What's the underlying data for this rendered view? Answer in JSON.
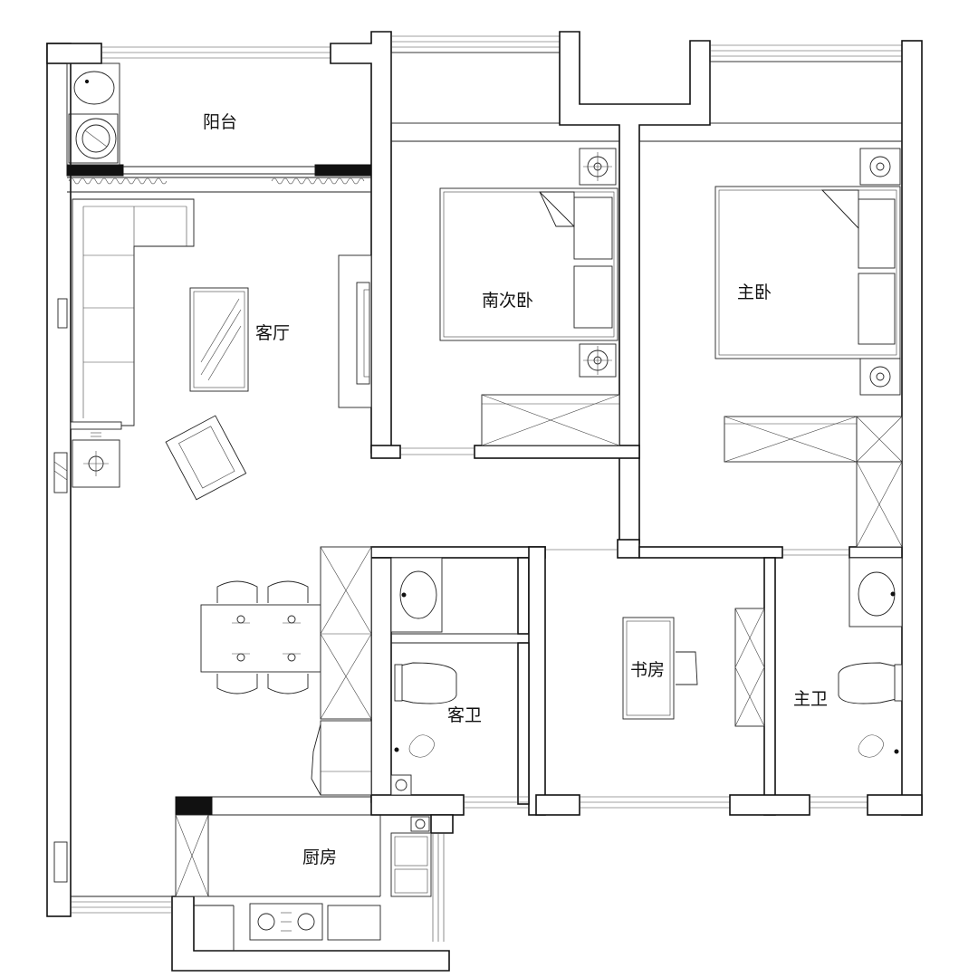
{
  "floor_plan": {
    "rooms": {
      "balcony": "阳台",
      "living_room": "客厅",
      "south_bedroom": "南次卧",
      "master_bedroom": "主卧",
      "guest_bath": "客卫",
      "study": "书房",
      "master_bath": "主卫",
      "kitchen": "厨房"
    }
  }
}
